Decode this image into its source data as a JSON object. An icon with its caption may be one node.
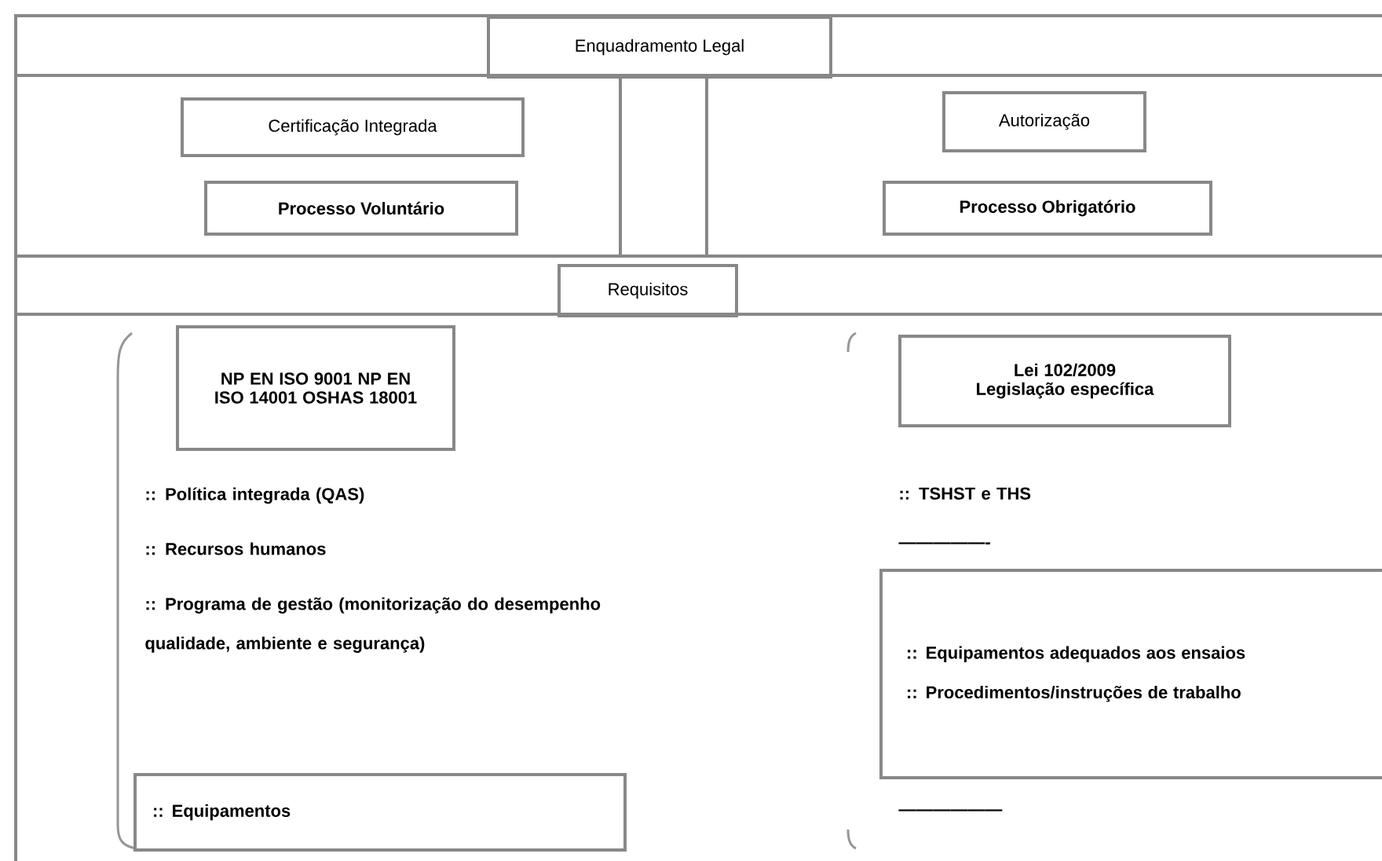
{
  "diagram": {
    "nodes": [
      {
        "text": [
          "Enquadramento Legal"
        ]
      },
      {
        "text": [
          "Certificação Integrada"
        ]
      },
      {
        "text": [
          "Processo Voluntário"
        ]
      },
      {
        "text": [
          "Autorização"
        ]
      },
      {
        "text": [
          "Processo Obrigatório"
        ]
      },
      {
        "text": [
          "Requisitos"
        ]
      },
      {
        "text": [
          "NP EN ISO 9001 NP EN ISO 14001 OSHAS 18001"
        ]
      },
      {
        "text": [
          "Lei 102/2009 Legislação específica"
        ]
      },
      {
        "text": [
          ":: Equipamentos adequados aos ensaios",
          ":: Procedimentos/instruções de trabalho"
        ]
      },
      {
        "text": [
          ":: Equipamentos"
        ]
      }
    ],
    "labels": [
      ":: Política integrada (QAS)",
      ":: Recursos humanos",
      ":: Programa de gestão (monitorização do desempenho qualidade, ambiente e segurança)",
      ":: TSHST e THS",
      "—————-",
      "——————"
    ]
  }
}
